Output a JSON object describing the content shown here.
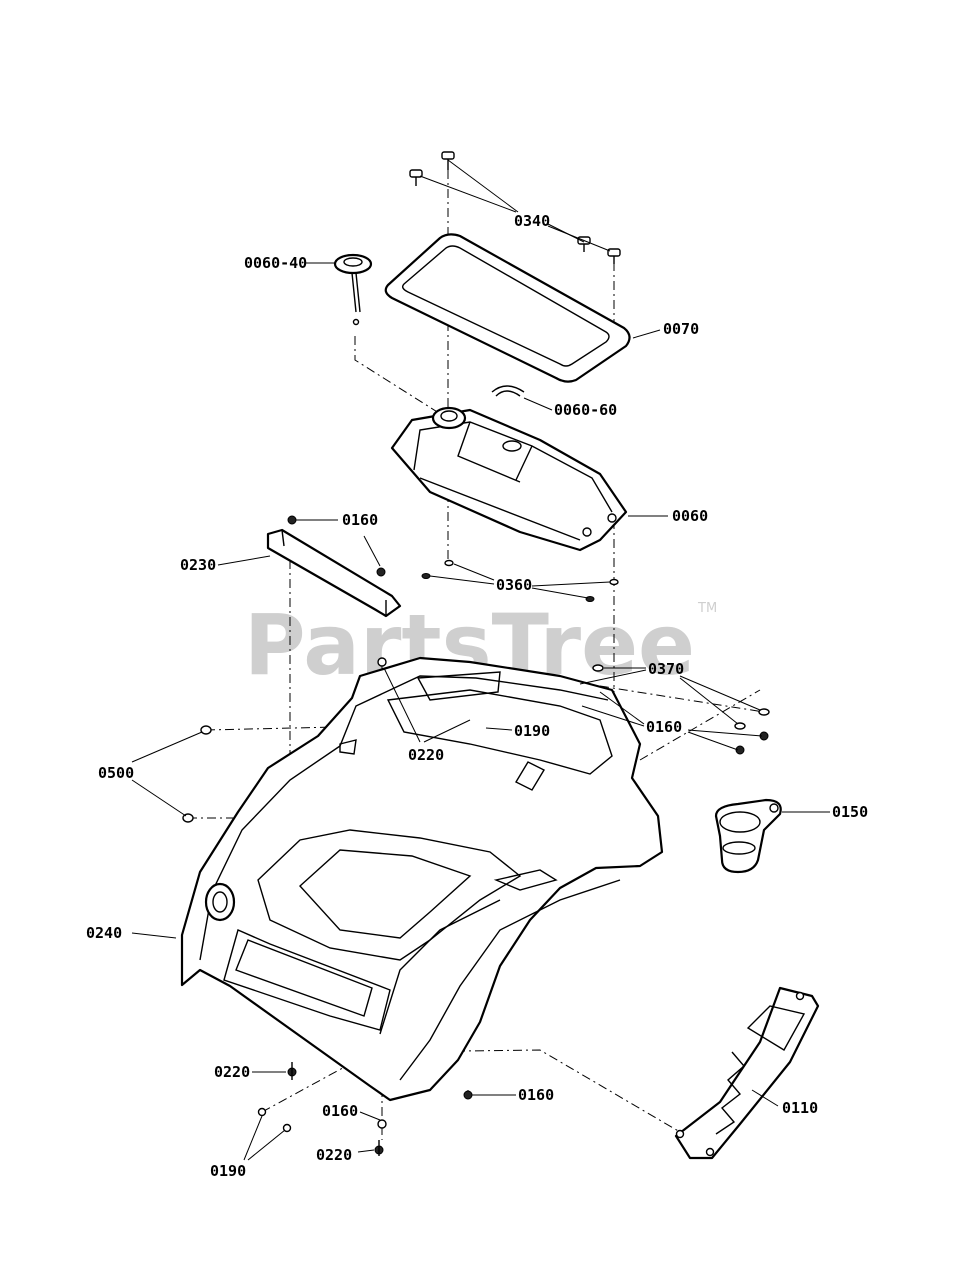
{
  "watermark": {
    "text": "PartsTree",
    "trademark": "TM"
  },
  "callouts": [
    {
      "id": "c0340",
      "text": "0340"
    },
    {
      "id": "c006040",
      "text": "0060-40"
    },
    {
      "id": "c0070",
      "text": "0070"
    },
    {
      "id": "c006060",
      "text": "0060-60"
    },
    {
      "id": "c0060",
      "text": "0060"
    },
    {
      "id": "c0160a",
      "text": "0160"
    },
    {
      "id": "c0230",
      "text": "0230"
    },
    {
      "id": "c0360",
      "text": "0360"
    },
    {
      "id": "c0370",
      "text": "0370"
    },
    {
      "id": "c0220a",
      "text": "0220"
    },
    {
      "id": "c0190a",
      "text": "0190"
    },
    {
      "id": "c0160b",
      "text": "0160"
    },
    {
      "id": "c0500",
      "text": "0500"
    },
    {
      "id": "c0150",
      "text": "0150"
    },
    {
      "id": "c0240",
      "text": "0240"
    },
    {
      "id": "c0220b",
      "text": "0220"
    },
    {
      "id": "c0160c",
      "text": "0160"
    },
    {
      "id": "c0160d",
      "text": "0160"
    },
    {
      "id": "c0110",
      "text": "0110"
    },
    {
      "id": "c0220c",
      "text": "0220"
    },
    {
      "id": "c0190b",
      "text": "0190"
    }
  ],
  "parts": {
    "screws_0340": "0340",
    "fuel_gauge_0060_40": "0060-40",
    "gasket_0070": "0070",
    "clip_0060_60": "0060-60",
    "fuel_tank_0060": "0060",
    "bracket_0230": "0230",
    "grommets_0360": "0360",
    "washers_0370": "0370",
    "plugs_0500": "0500",
    "cup_holder_0150": "0150",
    "body_shell_0240": "0240",
    "step_plate_0110": "0110"
  },
  "colors": {
    "line": "#000000",
    "background": "#ffffff",
    "watermark": "#cfcfcf"
  }
}
